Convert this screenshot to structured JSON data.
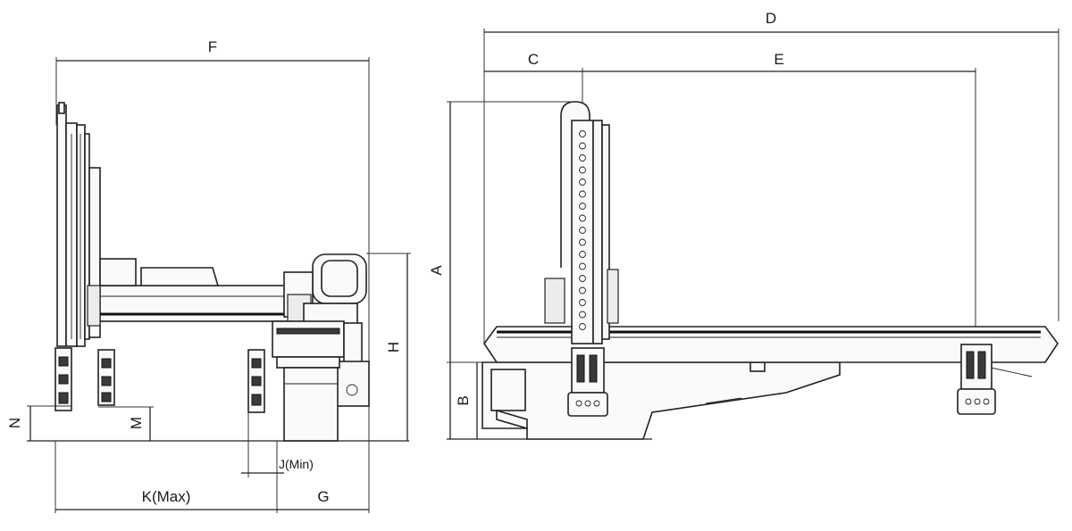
{
  "labels": {
    "A": "A",
    "B": "B",
    "C": "C",
    "D": "D",
    "E": "E",
    "F": "F",
    "G": "G",
    "H": "H",
    "J": "J(Min)",
    "K": "K(Max)",
    "M": "M",
    "N": "N"
  },
  "colors": {
    "line": "#222222",
    "background": "#ffffff"
  }
}
